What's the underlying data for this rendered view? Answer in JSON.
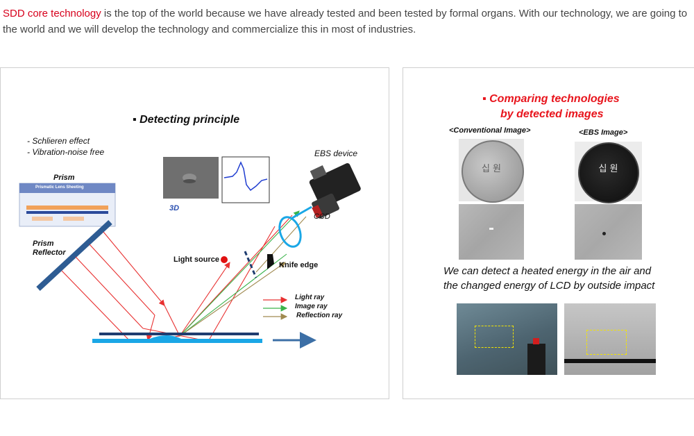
{
  "intro": {
    "highlight": "SDD core technology",
    "text": " is the top of the world because we have already tested and been tested  by  formal organs. With our technology, we are going to the world and we will develop the technology and commercialize this in most of industries."
  },
  "left": {
    "title": "Detecting principle",
    "effects": [
      "- Schlieren effect",
      "- Vibration-noise free"
    ],
    "prism_label": "Prism",
    "sheet_title": "Prismatic Lens Sheeting",
    "reflector_label": "Prism\nReflector",
    "label_3d": "3D",
    "ebs_device": "EBS device",
    "ccd": "CCD",
    "light_source": "Light source",
    "knife_edge": "Knife edge",
    "legend": [
      "Light  ray",
      "Image ray",
      "Reflection ray"
    ]
  },
  "right": {
    "title_line1": "Comparing technologies",
    "title_line2": "by detected images",
    "conventional_label": "<Conventional  Image>",
    "ebs_label": "<EBS Image>",
    "coin_text": "십 원",
    "desc_line1": "We can detect a heated energy in the air and",
    "desc_line2": "the  changed  energy of LCD by outside impact"
  },
  "colors": {
    "accent_red": "#d7001c",
    "title_red": "#e8141c",
    "reflector_blue": "#3c6fa6",
    "light_ray": "#e83030",
    "image_ray": "#3ab34a",
    "reflection_ray": "#a08a50"
  }
}
